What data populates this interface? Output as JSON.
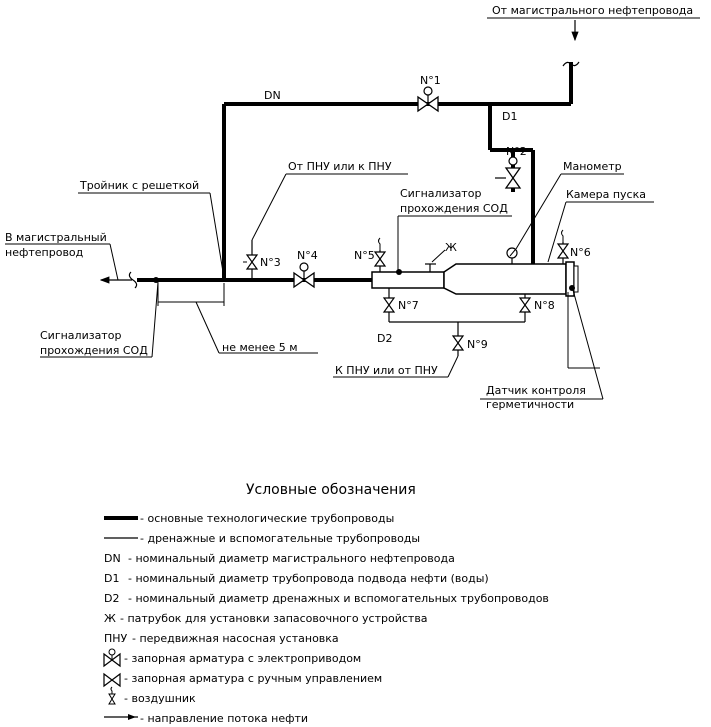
{
  "labels": {
    "from_main": "От магистрального нефтепровода",
    "dn": "DN",
    "d1": "D1",
    "d2": "D2",
    "to_main_1": "В магистральный",
    "to_main_2": "нефтепровод",
    "tee": "Тройник с решеткой",
    "from_pnu": "От ПНУ или к ПНУ",
    "sod_top_1": "Сигнализатор",
    "sod_top_2": "прохождения СОД",
    "sod_bottom_1": "Сигнализатор",
    "sod_bottom_2": "прохождения СОД",
    "manometer": "Манометр",
    "chamber": "Камера пуска",
    "zh": "Ж",
    "not_less": "не менее 5 м",
    "to_pnu": "К ПНУ или от ПНУ",
    "sensor_1": "Датчик контроля",
    "sensor_2": "герметичности",
    "v1": "N°1",
    "v2": "N°2",
    "v3": "N°3",
    "v4": "N°4",
    "v5": "N°5",
    "v6": "N°6",
    "v7": "N°7",
    "v8": "N°8",
    "v9": "N°9"
  },
  "legend": {
    "title": "Условные обозначения",
    "items": [
      {
        "symbol": "thick-line-icon",
        "text": "- основные технологические трубопроводы"
      },
      {
        "symbol": "thin-line-icon",
        "text": "- дренажные и вспомогательные трубопроводы"
      },
      {
        "symbol": "DN",
        "text": "- номинальный диаметр магистрального нефтепровода"
      },
      {
        "symbol": "D1",
        "text": "- номинальный диаметр трубопровода подвода нефти (воды)"
      },
      {
        "symbol": "D2",
        "text": "- номинальный диаметр дренажных и вспомогательных трубопроводов"
      },
      {
        "symbol": "Ж",
        "text": "- патрубок для установки запасовочного устройства"
      },
      {
        "symbol": "ПНУ",
        "text": "- передвижная насосная установка"
      },
      {
        "symbol": "motor-valve-icon",
        "text": "- запорная арматура с электроприводом"
      },
      {
        "symbol": "manual-valve-icon",
        "text": "- запорная арматура с ручным управлением"
      },
      {
        "symbol": "air-vent-icon",
        "text": "- воздушник"
      },
      {
        "symbol": "flow-arrow-icon",
        "text": "- направление потока нефти"
      }
    ]
  }
}
